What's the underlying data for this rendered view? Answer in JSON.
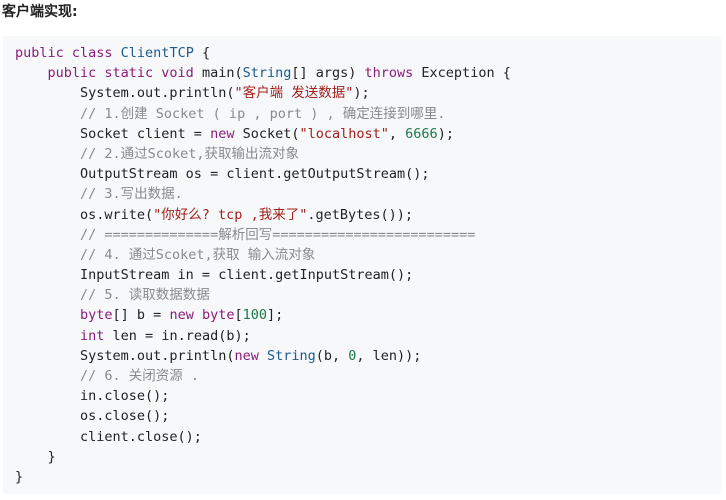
{
  "heading": "客户端实现:",
  "code": {
    "lines": [
      [
        {
          "t": "public class ",
          "c": "kw"
        },
        {
          "t": "ClientTCP",
          "c": "cls"
        },
        {
          "t": " {",
          "c": ""
        }
      ],
      [
        {
          "t": "    public static void ",
          "c": "kw"
        },
        {
          "t": "main(",
          "c": ""
        },
        {
          "t": "String",
          "c": "cls"
        },
        {
          "t": "[] args) ",
          "c": ""
        },
        {
          "t": "throws ",
          "c": "kw"
        },
        {
          "t": "Exception {",
          "c": ""
        }
      ],
      [
        {
          "t": "        System.out.println(",
          "c": ""
        },
        {
          "t": "\"客户端 发送数据\"",
          "c": "str"
        },
        {
          "t": ");",
          "c": ""
        }
      ],
      [
        {
          "t": "        // 1.创建 Socket ( ip , port ) , 确定连接到哪里.",
          "c": "cm"
        }
      ],
      [
        {
          "t": "        Socket client = ",
          "c": ""
        },
        {
          "t": "new ",
          "c": "kw"
        },
        {
          "t": "Socket(",
          "c": ""
        },
        {
          "t": "\"localhost\"",
          "c": "str"
        },
        {
          "t": ", ",
          "c": ""
        },
        {
          "t": "6666",
          "c": "num"
        },
        {
          "t": ");",
          "c": ""
        }
      ],
      [
        {
          "t": "        // 2.通过Scoket,获取输出流对象",
          "c": "cm"
        }
      ],
      [
        {
          "t": "        OutputStream os = client.getOutputStream();",
          "c": ""
        }
      ],
      [
        {
          "t": "        // 3.写出数据.",
          "c": "cm"
        }
      ],
      [
        {
          "t": "        os.write(",
          "c": ""
        },
        {
          "t": "\"你好么? tcp ,我来了\"",
          "c": "str"
        },
        {
          "t": ".getBytes());",
          "c": ""
        }
      ],
      [
        {
          "t": "        // ==============解析回写=========================",
          "c": "cm"
        }
      ],
      [
        {
          "t": "        // 4. 通过Scoket,获取 输入流对象",
          "c": "cm"
        }
      ],
      [
        {
          "t": "        InputStream in = client.getInputStream();",
          "c": ""
        }
      ],
      [
        {
          "t": "        // 5. 读取数据数据",
          "c": "cm"
        }
      ],
      [
        {
          "t": "        byte",
          "c": "kw"
        },
        {
          "t": "[] b = ",
          "c": ""
        },
        {
          "t": "new ",
          "c": "kw"
        },
        {
          "t": "byte",
          "c": "kw"
        },
        {
          "t": "[",
          "c": ""
        },
        {
          "t": "100",
          "c": "num"
        },
        {
          "t": "];",
          "c": ""
        }
      ],
      [
        {
          "t": "        int ",
          "c": "kw"
        },
        {
          "t": "len = in.read(b);",
          "c": ""
        }
      ],
      [
        {
          "t": "        System.out.println(",
          "c": ""
        },
        {
          "t": "new ",
          "c": "kw"
        },
        {
          "t": "String",
          "c": "cls"
        },
        {
          "t": "(b, ",
          "c": ""
        },
        {
          "t": "0",
          "c": "num"
        },
        {
          "t": ", len));",
          "c": ""
        }
      ],
      [
        {
          "t": "        // 6. 关闭资源 .",
          "c": "cm"
        }
      ],
      [
        {
          "t": "        in.close();",
          "c": ""
        }
      ],
      [
        {
          "t": "        os.close();",
          "c": ""
        }
      ],
      [
        {
          "t": "        client.close();",
          "c": ""
        }
      ],
      [
        {
          "t": "    }",
          "c": ""
        }
      ],
      [
        {
          "t": "}",
          "c": ""
        }
      ]
    ]
  }
}
